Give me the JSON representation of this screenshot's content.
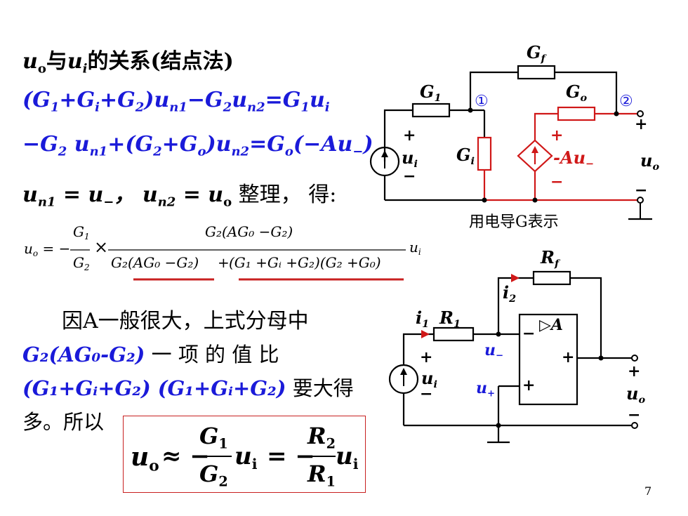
{
  "left": {
    "heading": {
      "main": "u",
      "sub1": "o",
      "mid": "与",
      "var": "u",
      "sub2": "i",
      "tail": "的关系(结点法)"
    },
    "eq1": {
      "t1": "(G",
      "s1": "1",
      "t2": "+G",
      "s2": "i",
      "t3": "+G",
      "s3": "2",
      "t4": ")u",
      "s4": "n1",
      "t5": "−G",
      "s5": "2",
      "t6": "u",
      "s6": "n2",
      "t7": "=G",
      "s7": "1",
      "t8": "u",
      "s8": "i"
    },
    "eq2": {
      "t1": "−G",
      "s1": "2",
      "t2": " u",
      "s2": "n1",
      "t3": "+(G",
      "s3": "2",
      "t4": "+G",
      "s4": "o",
      "t5": ")u",
      "s5": "n2",
      "t6": "=G",
      "s6": "o",
      "t7": "(−Au",
      "s7": "−",
      "t8": ")"
    },
    "eq3": {
      "t1": "u",
      "s1": "n1",
      "t2": " = u",
      "s2": "−",
      "t3": "， u",
      "s3": "n2",
      "t4": " = u",
      "s4": "o",
      "t5": " 整理， 得:"
    },
    "big_formula": {
      "lhs": "u",
      "lhs_sub": "o",
      "frac1_num": "G",
      "frac1_num_sub": "1",
      "frac1_den": "G",
      "frac1_den_sub": "2",
      "times": "×",
      "num": "G₂(AG₀ −G₂)",
      "den_part1": "G₂(AG₀ −G₂)",
      "den_plus": "+",
      "den_part2": "(G₁ +Gᵢ +G₂)(G₂ +G₀)",
      "rhs": "u",
      "rhs_sub": "i"
    },
    "para": {
      "line1": "因A一般很大，上式分母中",
      "line2a": "G₂(AG₀-G₂)",
      "line2b": " 一  项  的  值  比",
      "line3a": "(G₁+Gᵢ+G₂)  (G₁+Gᵢ+G₂)",
      "line3b": "要大得",
      "line4": "多。所以"
    },
    "approx": {
      "lhs": "u",
      "lhs_sub": "o",
      "approx": "≈ −",
      "g1": "G",
      "g1s": "1",
      "g2": "G",
      "g2s": "2",
      "ui1": "u",
      "ui1s": "i",
      "eq": "= −",
      "r2": "R",
      "r2s": "2",
      "r1": "R",
      "r1s": "1",
      "ui2": "u",
      "ui2s": "i"
    }
  },
  "circuit1": {
    "Gf": "G",
    "Gf_sub": "f",
    "G1": "G",
    "G1_sub": "1",
    "Go": "G",
    "Go_sub": "o",
    "node1": "①",
    "node2": "②",
    "plus_src": "+",
    "minus_src": "−",
    "ui": "u",
    "ui_sub": "i",
    "Gi": "G",
    "Gi_sub": "i",
    "plus_dep": "+",
    "minus_dep": "−",
    "Au": "-Au",
    "Au_sub": "−",
    "plus_out": "+",
    "minus_out": "−",
    "uo": "u",
    "uo_sub": "o",
    "caption": "用电导G表示"
  },
  "circuit2": {
    "Rf": "R",
    "Rf_sub": "f",
    "i2": "i",
    "i2_sub": "2",
    "i1": "i",
    "i1_sub": "1",
    "R1": "R",
    "R1_sub": "1",
    "opamp": "▷A",
    "minus_in": "−",
    "plus_in": "+",
    "plus_out_amp": "+",
    "u_minus": "u",
    "u_minus_sub": "−",
    "u_plus": "u",
    "u_plus_sub": "+",
    "plus_src": "+",
    "minus_src": "−",
    "ui": "u",
    "ui_sub": "i",
    "plus_out": "+",
    "minus_out": "−",
    "uo": "u",
    "uo_sub": "o"
  },
  "page_number": "7",
  "colors": {
    "blue": "#1a1ad9",
    "red": "#d01818",
    "black": "#000000"
  }
}
